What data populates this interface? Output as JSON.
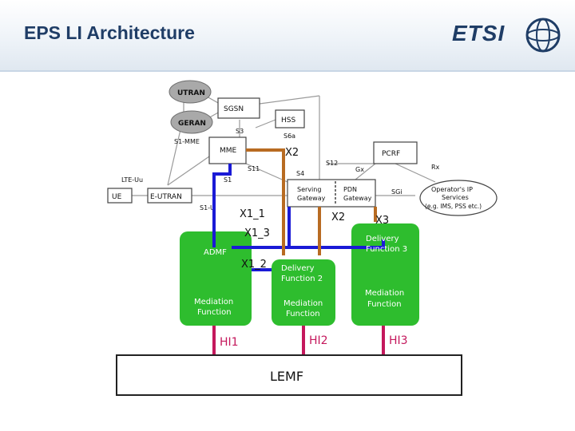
{
  "slide": {
    "title": "EPS LI Architecture",
    "logo_text": "ETSI"
  },
  "network": {
    "utran": "UTRAN",
    "geran": "GERAN",
    "sgsn": "SGSN",
    "hss": "HSS",
    "mme": "MME",
    "pcrf": "PCRF",
    "ue": "UE",
    "eutran": "E-UTRAN",
    "serving_gateway": [
      "Serving",
      "Gateway"
    ],
    "pdn_gateway": [
      "PDN",
      "Gateway"
    ],
    "operator_services": [
      "Operator's IP",
      "Services",
      "(e.g. IMS, PSS etc.)"
    ],
    "interfaces": {
      "s3": "S3",
      "s6a": "S6a",
      "s1_mme": "S1-MME",
      "s11": "S11",
      "s4": "S4",
      "s12": "S12",
      "gx": "Gx",
      "rx": "Rx",
      "lte_uu": "LTE-Uu",
      "s1": "S1",
      "s1_u": "S1-U",
      "sgi": "SGi"
    }
  },
  "li": {
    "x2_top": "X2",
    "x1_1": "X1_1",
    "x2_right": "X2",
    "x3": "X3",
    "x1_3": "X1_3",
    "x1_2": "X1_2",
    "admf": "ADMF",
    "df2": [
      "Delivery",
      "Function 2"
    ],
    "df3": [
      "Delivery",
      "Function 3"
    ],
    "mf1": [
      "Mediation",
      "Function"
    ],
    "mf2": [
      "Mediation",
      "Function"
    ],
    "mf3": [
      "Mediation",
      "Function"
    ],
    "hi1": "HI1",
    "hi2": "HI2",
    "hi3": "HI3",
    "lemf": "LEMF"
  },
  "colors": {
    "title": "#1f3d66",
    "green": "#2ebd2e",
    "orange": "#b86b22",
    "blue": "#1a1ad6",
    "handover": "#c4185c",
    "gray": "#9a9a9a"
  }
}
